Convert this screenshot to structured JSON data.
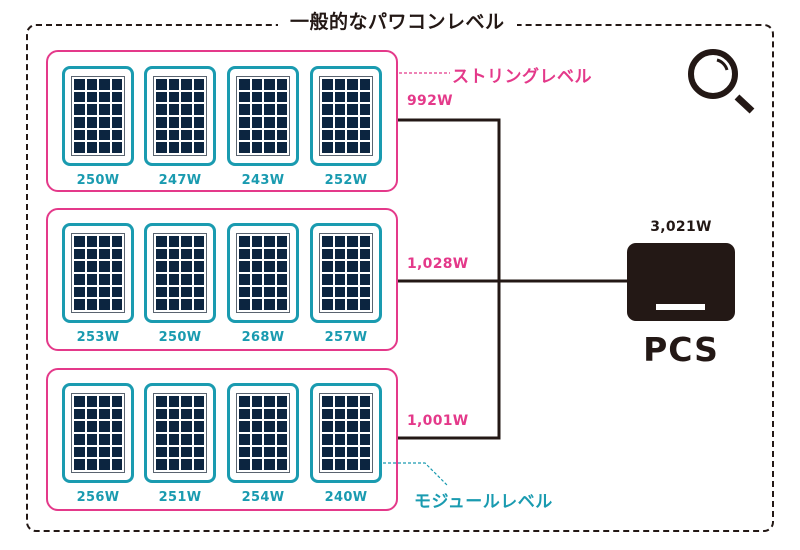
{
  "title": "一般的なパワコンレベル",
  "callouts": {
    "string_level": "ストリングレベル",
    "module_level": "モジュールレベル"
  },
  "icons": {
    "magnifier": "search-icon"
  },
  "colors": {
    "string": "#e4398a",
    "module": "#1a9bb0",
    "cell": "#0c2540",
    "wire": "#231815",
    "pcs": "#231815"
  },
  "strings": [
    {
      "total": "992W",
      "modules": [
        "250W",
        "247W",
        "243W",
        "252W"
      ]
    },
    {
      "total": "1,028W",
      "modules": [
        "253W",
        "250W",
        "268W",
        "257W"
      ]
    },
    {
      "total": "1,001W",
      "modules": [
        "256W",
        "251W",
        "254W",
        "240W"
      ]
    }
  ],
  "pcs": {
    "label": "PCS",
    "total": "3,021W"
  }
}
